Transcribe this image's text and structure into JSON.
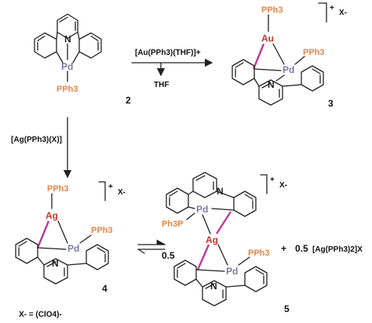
{
  "compounds": {
    "c2": {
      "number": "2",
      "metal": "Pd",
      "nitrogen": "N",
      "ligand": "PPh3"
    },
    "c3": {
      "number": "3",
      "metal": "Pd",
      "nitrogen": "N",
      "ligand": "PPh3",
      "second_metal": "Au",
      "ligand2": "PPh3",
      "charge": "+",
      "counterion": "X-"
    },
    "c4": {
      "number": "4",
      "metal": "Pd",
      "nitrogen": "N",
      "ligand": "PPh3",
      "second_metal": "Ag",
      "ligand2": "PPh3",
      "charge": "+",
      "counterion": "X-"
    },
    "c5": {
      "number": "5",
      "metal_top": "Pd",
      "metal_bottom": "Pd",
      "nitrogen": "N",
      "bridge": "Ag",
      "ligand_top": "Ph3P",
      "ligand_bottom": "PPh3",
      "charge": "+",
      "counterion": "X-"
    }
  },
  "reagents": {
    "au_reagent": "[Au(PPh3)(THF)]+",
    "au_byproduct": "THF",
    "ag_reagent": "[Ag(PPh3)(X)]"
  },
  "equilibrium": {
    "left_coefficient": "0.5",
    "plus": "+",
    "right_coefficient": "0.5",
    "byproduct": "[Ag(PPh3)2]X"
  },
  "footnote": "X- = (ClO4)-",
  "colors": {
    "pd": "#7a7aa8",
    "ligand": "#e0874a",
    "au_ag": "#c0392b",
    "bond_highlight": "#c0399a"
  }
}
